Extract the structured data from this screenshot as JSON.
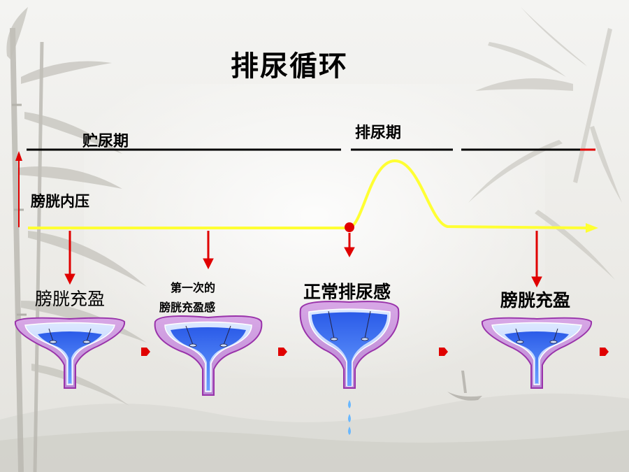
{
  "title": "排尿循环",
  "labels": {
    "storage_phase": "贮尿期",
    "voiding_phase": "排尿期",
    "bladder_pressure": "膀胱内压"
  },
  "stages": [
    {
      "label": "膀胱充盈"
    },
    {
      "label_line1": "第一次的",
      "label_line2": "膀胱充盈感"
    },
    {
      "label": "正常排尿感"
    },
    {
      "label": "膀胱充盈"
    }
  ],
  "colors": {
    "pressure_curve": "#ffff33",
    "arrow": "#e00000",
    "bladder_wall": "#cc99dd",
    "bladder_outline": "#9933aa",
    "urine": "#4477ee",
    "timeline": "#000000"
  }
}
